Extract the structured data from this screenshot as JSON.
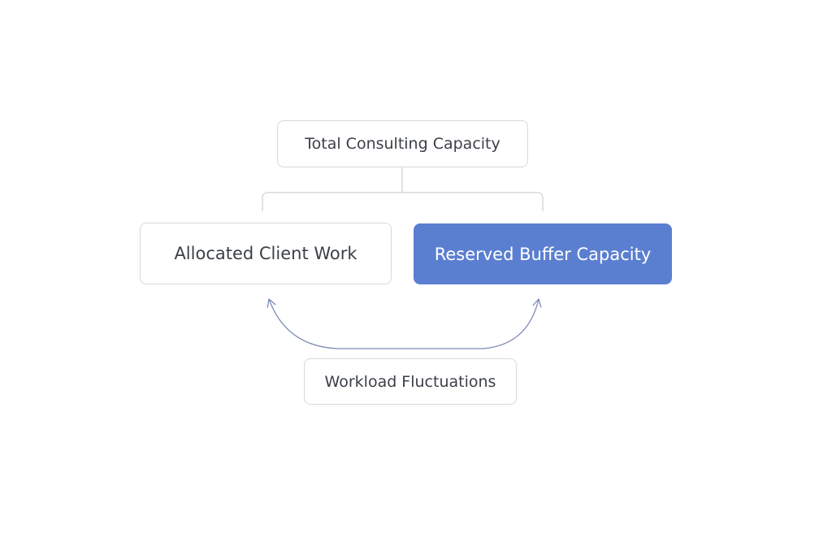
{
  "colors": {
    "accent": "#5b7fd0",
    "border": "#d6d9de",
    "connector": "#d6d9de",
    "arrow": "#7f8cb8",
    "text_dark": "#3c4047",
    "text_light": "#ffffff"
  },
  "diagram": {
    "nodes": [
      {
        "id": "top",
        "label": "Total Consulting Capacity"
      },
      {
        "id": "left",
        "label": "Allocated Client Work"
      },
      {
        "id": "right",
        "label": "Reserved Buffer Capacity",
        "highlighted": true
      },
      {
        "id": "bottom",
        "label": "Workload Fluctuations"
      }
    ],
    "edges": [
      {
        "from": "top",
        "to": "left",
        "style": "bracket-line"
      },
      {
        "from": "top",
        "to": "right",
        "style": "bracket-line"
      },
      {
        "from": "bottom",
        "to": "left",
        "style": "curved-arrow"
      },
      {
        "from": "bottom",
        "to": "right",
        "style": "curved-arrow"
      }
    ]
  }
}
